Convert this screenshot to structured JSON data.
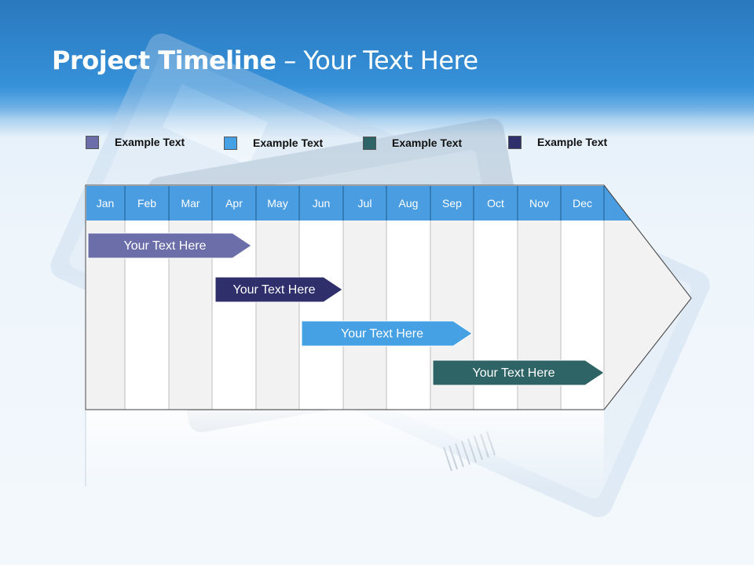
{
  "title": {
    "bold": "Project Timeline",
    "rest": " – Your Text Here"
  },
  "legend": [
    {
      "label": "Example Text",
      "color": "#6b6ea8"
    },
    {
      "label": "Example Text",
      "color": "#46a0e4"
    },
    {
      "label": "Example Text",
      "color": "#2f6466"
    },
    {
      "label": "Example Text",
      "color": "#2f2f6b"
    }
  ],
  "months": [
    "Jan",
    "Feb",
    "Mar",
    "Apr",
    "May",
    "Jun",
    "Jul",
    "Aug",
    "Sep",
    "Oct",
    "Nov",
    "Dec"
  ],
  "tasks": [
    {
      "label": "Your  Text Here",
      "color": "#6b6ea8"
    },
    {
      "label": "Your  Text Here",
      "color": "#2f2f6b"
    },
    {
      "label": "Your  Text Here",
      "color": "#46a0e4"
    },
    {
      "label": "Your  Text Here",
      "color": "#2f6466"
    }
  ],
  "colors": {
    "header_blue": "#3593dc",
    "month_header": "#4a9de0"
  }
}
